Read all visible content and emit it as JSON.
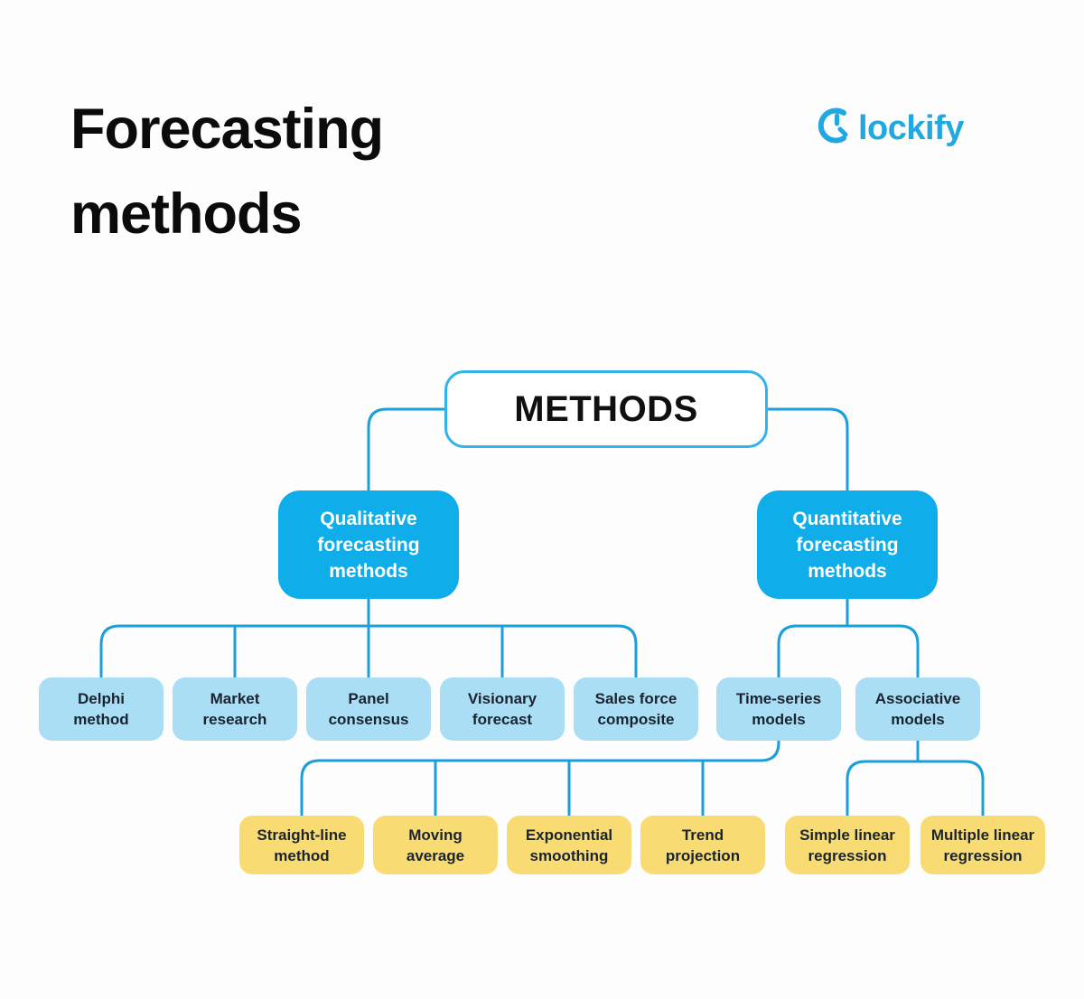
{
  "page": {
    "title_line1": "Forecasting",
    "title_line2": "methods"
  },
  "brand": {
    "name": "Clockify",
    "wordmark_suffix": "lockify"
  },
  "colors": {
    "bg": "#fdfdfe",
    "title": "#0b0b0c",
    "logo_blue": "#22a8e0",
    "line_blue": "#1b9fdb",
    "border_blue": "#33b2ec",
    "parent_fill": "#0fadea",
    "child_fill": "#a9def5",
    "leaf_fill": "#f8dc73",
    "dark_text": "#1a2430"
  },
  "tree": {
    "root": "METHODS",
    "qualitative": {
      "label": "Qualitative forecasting methods",
      "children": [
        "Delphi method",
        "Market research",
        "Panel consensus",
        "Visionary forecast",
        "Sales force composite"
      ]
    },
    "quantitative": {
      "label": "Quantitative forecasting methods",
      "children": {
        "time_series": {
          "label": "Time-series models",
          "children": [
            "Straight-line method",
            "Moving average",
            "Exponential smoothing",
            "Trend projection"
          ]
        },
        "associative": {
          "label": "Associative models",
          "children": [
            "Simple linear regression",
            "Multiple linear regression"
          ]
        }
      }
    }
  }
}
